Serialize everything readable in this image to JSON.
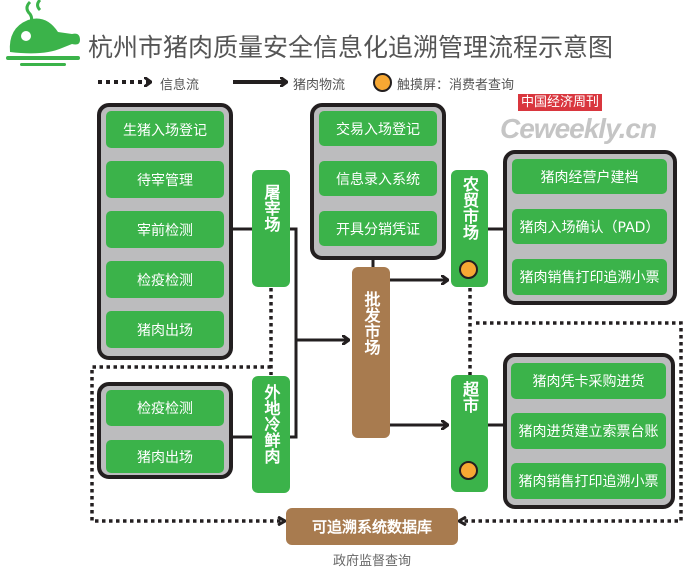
{
  "title": "杭州市猪肉质量安全信息化追溯管理流程示意图",
  "legend": {
    "info_flow": "信息流",
    "pork_flow": "猪肉物流",
    "touchscreen": "触摸屏：消费者查询"
  },
  "watermark": {
    "cn": "中国经济周刊",
    "en": "Ceweekly.cn"
  },
  "slaughter": {
    "label": "屠宰场",
    "steps": [
      "生猪入场登记",
      "待宰管理",
      "宰前检测",
      "检疫检测",
      "猪肉出场"
    ]
  },
  "outside": {
    "label": "外地冷鲜肉",
    "steps": [
      "检疫检测",
      "猪肉出场"
    ]
  },
  "wholesale": {
    "label": "批发市场",
    "steps": [
      "交易入场登记",
      "信息录入系统",
      "开具分销凭证"
    ]
  },
  "farmers_market": {
    "label": "农贸市场",
    "steps": [
      "猪肉经营户建档",
      "猪肉入场确认（PAD）",
      "猪肉销售打印追溯小票"
    ]
  },
  "supermarket": {
    "label": "超市",
    "steps": [
      "猪肉凭卡采购进货",
      "猪肉进货建立索票台账",
      "猪肉销售打印追溯小票"
    ]
  },
  "database": {
    "label": "可追溯系统数据库",
    "caption": "政府监督查询"
  },
  "colors": {
    "green": "#3bb34a",
    "brown": "#a87b4f",
    "gray": "#bcbcbe",
    "orange": "#f7a833",
    "line": "#231f20"
  }
}
